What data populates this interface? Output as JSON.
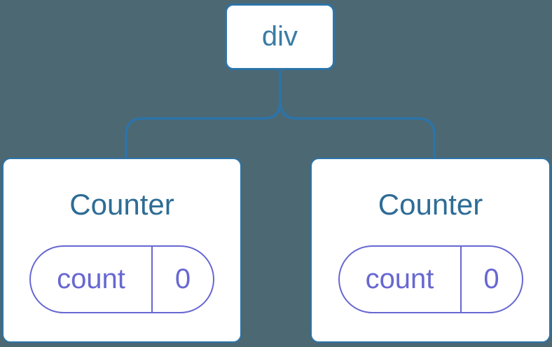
{
  "colors": {
    "background": "#4C6873",
    "connector": "#2C74A9",
    "node_border": "#2C74A9",
    "node_bg": "#FFFFFF",
    "root_label_color": "#3A7CA5",
    "title_color": "#2E6C96",
    "state_color": "#6767D2"
  },
  "tree": {
    "root": {
      "label": "div"
    },
    "children": [
      {
        "title": "Counter",
        "state": {
          "key": "count",
          "value": "0"
        }
      },
      {
        "title": "Counter",
        "state": {
          "key": "count",
          "value": "0"
        }
      }
    ]
  }
}
